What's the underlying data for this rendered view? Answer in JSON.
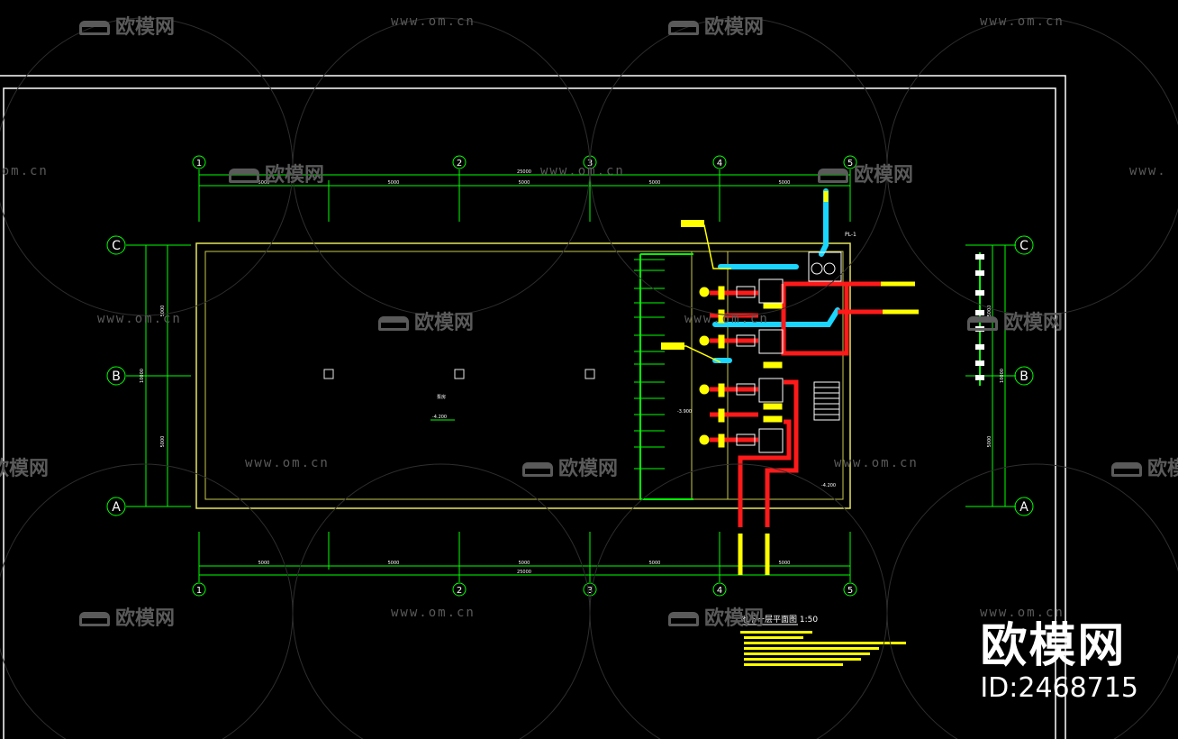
{
  "watermark": {
    "site_text": "www.om.cn",
    "logo_text": "欧模网"
  },
  "brand": {
    "name": "欧模网",
    "id": "ID:2468715"
  },
  "grid": {
    "columns": [
      "1",
      "2",
      "3",
      "4",
      "5"
    ],
    "rows": [
      "C",
      "B",
      "A"
    ]
  },
  "dimensions": {
    "top_total": "25000",
    "top_spans": [
      "5000",
      "5000",
      "5000",
      "5000",
      "5000"
    ],
    "bottom_total": "25000",
    "bottom_spans": [
      "5000",
      "5000",
      "5000",
      "5000",
      "5000"
    ],
    "left_spans": [
      "5000",
      "5000"
    ],
    "left_total": "10000",
    "right_spans": [
      "5000",
      "5000"
    ],
    "right_total": "10000"
  },
  "annotations": {
    "room_label": "泵房",
    "level_main": "-4.200",
    "level_mid": "-3.900",
    "level_right": "-4.200",
    "equip_tag": "PL-1",
    "drawing_title": "地下一层平面图 1:50"
  },
  "colors": {
    "background": "#000000",
    "grid_line": "#00ff00",
    "wall": "#ffff66",
    "hot_pipe": "#ff1a1a",
    "cold_pipe": "#1ad6ff",
    "label": "#ffff00",
    "frame": "#ffffff",
    "watermark": "#5a5a5a"
  }
}
